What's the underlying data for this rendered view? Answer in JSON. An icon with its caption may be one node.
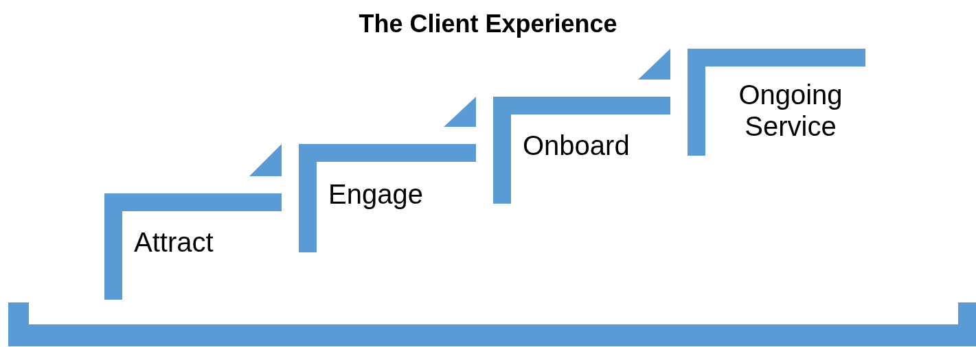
{
  "diagram": {
    "title": "The Client Experience",
    "nodes": [
      {
        "text": [
          "Attract"
        ]
      },
      {
        "text": [
          "Engage"
        ]
      },
      {
        "text": [
          "Onboard"
        ]
      },
      {
        "text": [
          "Ongoing Service"
        ]
      },
      {
        "text": [],
        "shape": "bar"
      }
    ]
  }
}
